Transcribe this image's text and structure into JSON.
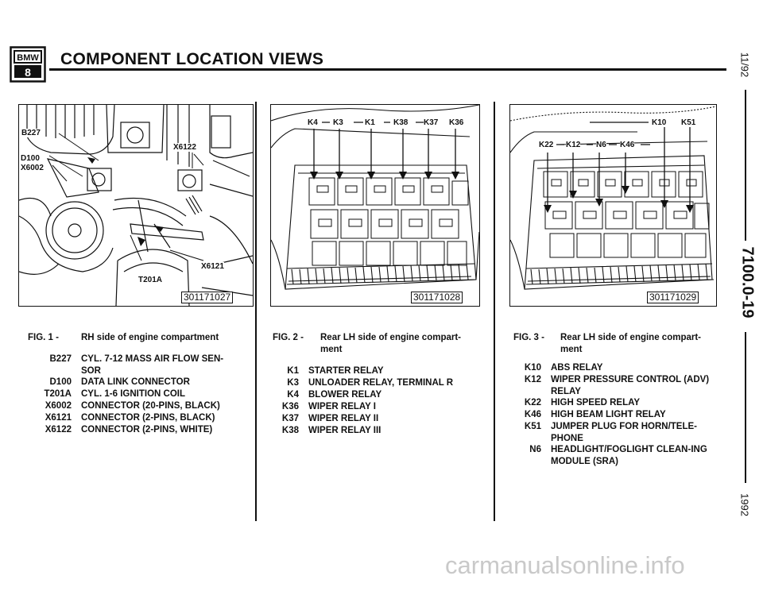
{
  "header": {
    "title": "COMPONENT LOCATION VIEWS",
    "logo_text": "BMW",
    "logo_sub": "8"
  },
  "margin": {
    "date": "11/92",
    "page": "7100.0-19",
    "year": "1992"
  },
  "figures": [
    {
      "part_number": "301171027",
      "labels": [
        "B227",
        "D100",
        "X6002",
        "X6122",
        "X6121",
        "T201A"
      ],
      "caption": {
        "fig": "FIG. 1 -",
        "title": "RH side of engine compartment",
        "legend": [
          {
            "code": "B227",
            "desc": "CYL. 7-12 MASS AIR FLOW SEN-SOR"
          },
          {
            "code": "D100",
            "desc": "DATA LINK CONNECTOR"
          },
          {
            "code": "T201A",
            "desc": "CYL. 1-6 IGNITION COIL"
          },
          {
            "code": "X6002",
            "desc": "CONNECTOR (20-PINS, BLACK)"
          },
          {
            "code": "X6121",
            "desc": "CONNECTOR (2-PINS, BLACK)"
          },
          {
            "code": "X6122",
            "desc": "CONNECTOR (2-PINS, WHITE)"
          }
        ]
      }
    },
    {
      "part_number": "301171028",
      "labels": [
        "K4",
        "K3",
        "K1",
        "K38",
        "K37",
        "K36"
      ],
      "caption": {
        "fig": "FIG. 2 -",
        "title": "Rear LH side of engine compart-ment",
        "legend": [
          {
            "code": "K1",
            "desc": "STARTER RELAY"
          },
          {
            "code": "K3",
            "desc": "UNLOADER RELAY, TERMINAL R"
          },
          {
            "code": "K4",
            "desc": "BLOWER RELAY"
          },
          {
            "code": "K36",
            "desc": "WIPER RELAY I"
          },
          {
            "code": "K37",
            "desc": "WIPER RELAY II"
          },
          {
            "code": "K38",
            "desc": "WIPER RELAY III"
          }
        ]
      }
    },
    {
      "part_number": "301171029",
      "labels": [
        "K10",
        "K51",
        "K22",
        "K12",
        "N6",
        "K46"
      ],
      "caption": {
        "fig": "FIG. 3 -",
        "title": "Rear LH side of engine compart-ment",
        "legend": [
          {
            "code": "K10",
            "desc": "ABS RELAY"
          },
          {
            "code": "K12",
            "desc": "WIPER PRESSURE CONTROL (ADV) RELAY"
          },
          {
            "code": "K22",
            "desc": "HIGH SPEED RELAY"
          },
          {
            "code": "K46",
            "desc": "HIGH BEAM LIGHT RELAY"
          },
          {
            "code": "K51",
            "desc": "JUMPER PLUG FOR HORN/TELE-PHONE"
          },
          {
            "code": "N6",
            "desc": "HEADLIGHT/FOGLIGHT CLEAN-ING MODULE (SRA)"
          }
        ]
      }
    }
  ],
  "watermark": "carmanualsonline.info"
}
